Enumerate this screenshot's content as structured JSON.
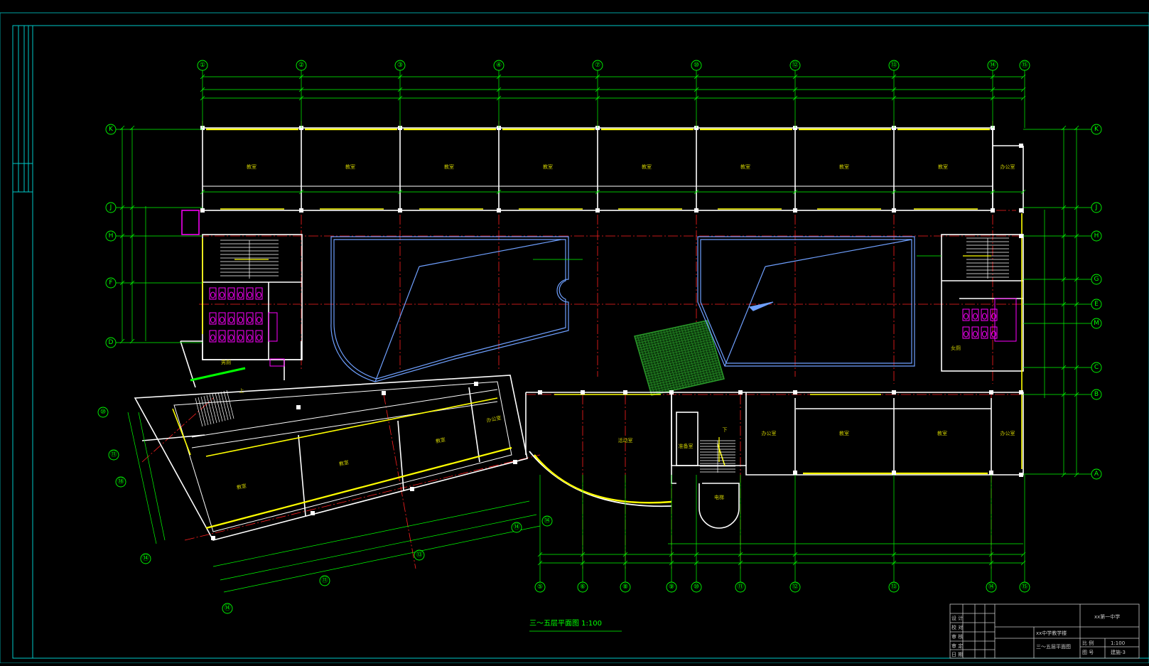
{
  "drawing": {
    "caption": "三～五层平面图 1:100",
    "colors": {
      "background": "#000000",
      "axis": "#ff2020",
      "wall": "#ffffff",
      "window": "#ffff00",
      "dimension": "#00ff00",
      "frame": "#00c8c8",
      "sanitary": "#ff00ff",
      "outline": "#6fa0ff",
      "glass_roof": "#2a9a2a"
    },
    "top_axes": [
      "①",
      "②",
      "③",
      "④",
      "⑦",
      "⑩",
      "⑫",
      "⑬",
      "⑭",
      "⑮"
    ],
    "right_axes": [
      "K",
      "J",
      "H",
      "G",
      "E",
      "M",
      "C",
      "B",
      "A"
    ],
    "left_axes": [
      "K",
      "J",
      "H",
      "F",
      "D"
    ],
    "bottom_axes": [
      "⑤",
      "⑥",
      "⑧",
      "⑨",
      "⑩",
      "⑪",
      "⑫",
      "⑬",
      "⑭",
      "⑮"
    ],
    "wing_axes": [
      "⑩",
      "⑪",
      "⑱",
      "⑭",
      "⑪",
      "⑬",
      "⑭"
    ],
    "rooms_north": [
      "教室",
      "教室",
      "教室",
      "教室",
      "教室",
      "教室",
      "教室",
      "教室",
      "办公室"
    ],
    "rooms_wing": [
      "教室",
      "教室",
      "教室",
      "办公室"
    ],
    "rooms_south": [
      "活动室",
      "办公室",
      "教室",
      "教室",
      "办公室"
    ],
    "misc_labels": [
      "男厕",
      "女厕",
      "上",
      "下",
      "电梯",
      "准备室"
    ]
  },
  "title_block": {
    "school": "xx第一中学",
    "project": "xx中学教学楼",
    "sheet": "三～五层平面图",
    "scale_label": "比 例",
    "scale_value": "1:100",
    "sheet_no_label": "图 号",
    "sheet_no": "建施-3",
    "rows": [
      "设 计",
      "校 对",
      "审 核",
      "审 定",
      "日 期"
    ]
  }
}
